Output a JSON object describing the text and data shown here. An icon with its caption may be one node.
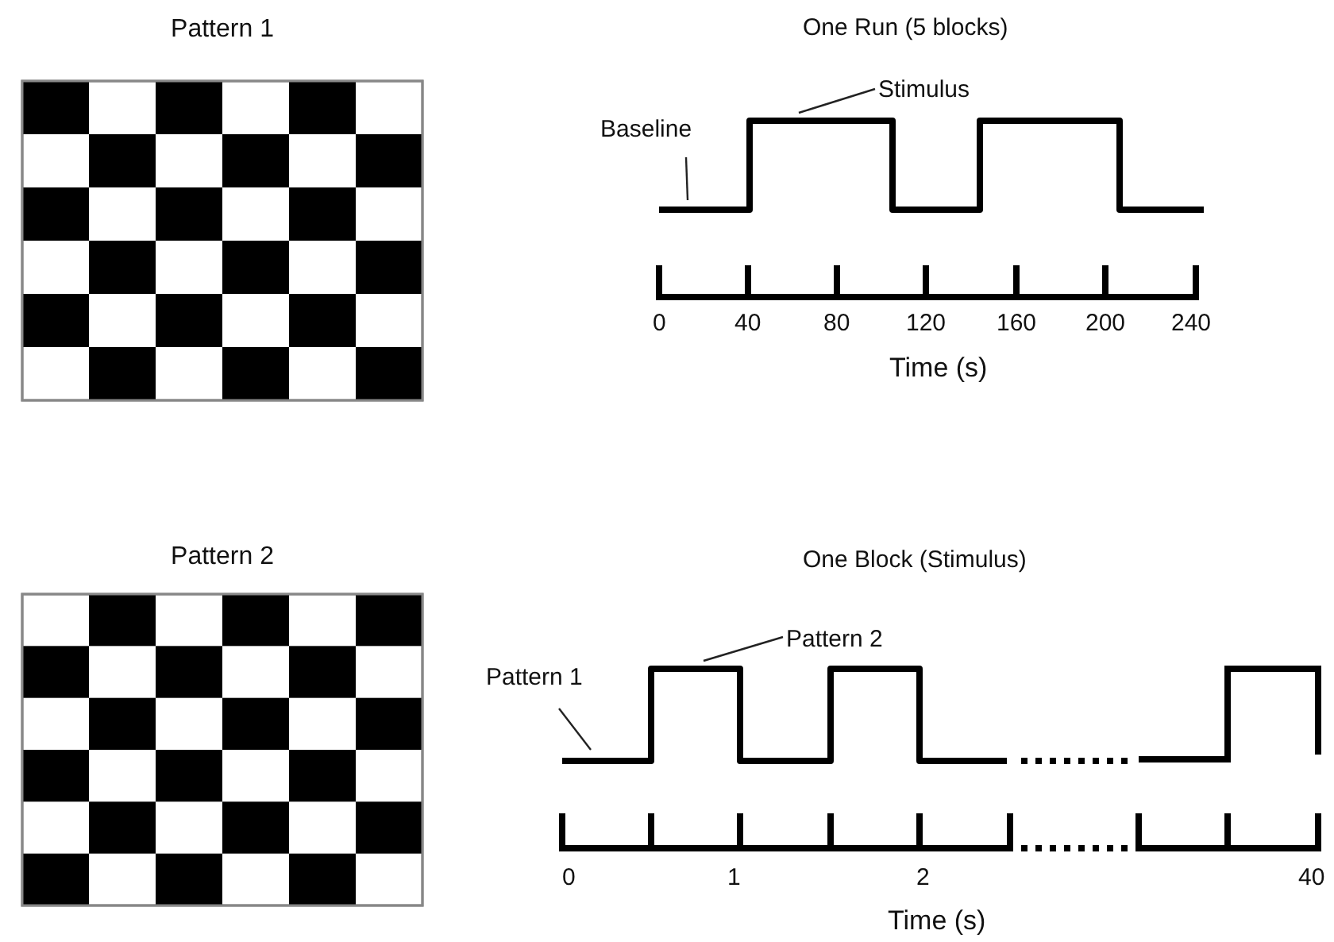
{
  "diagram": {
    "nodes": [
      {
        "text": [
          "Pattern 1"
        ]
      },
      {
        "text": [
          "Baseline"
        ]
      },
      {
        "text": [
          "Stimulus"
        ]
      },
      {
        "text": [
          "Pattern 2"
        ]
      },
      {
        "text": [
          "Pattern 1"
        ]
      },
      {
        "text": [
          "Pattern 2"
        ]
      },
      {
        "text": [],
        "shape": "line"
      },
      {
        "text": [],
        "shape": "line"
      }
    ],
    "edges": [
      {
        "from": 1,
        "to": 6,
        "arrow": "none"
      },
      {
        "from": 2,
        "to": 6,
        "arrow": "none"
      },
      {
        "from": 4,
        "to": 7,
        "arrow": "none"
      },
      {
        "from": 5,
        "to": 7,
        "arrow": "none"
      }
    ],
    "labels": [
      "One Run (5 blocks)",
      "0",
      "40",
      "80",
      "120",
      "160",
      "200",
      "240",
      "Time (s)",
      "One Block (Stimulus)",
      "0",
      "1",
      "2",
      "40",
      "Time (s)"
    ]
  }
}
